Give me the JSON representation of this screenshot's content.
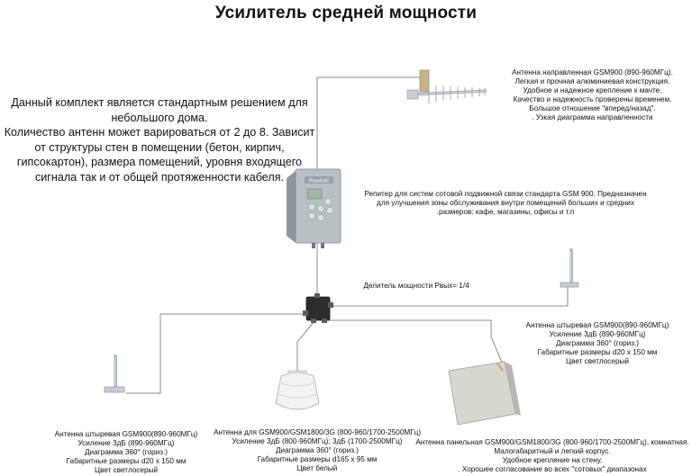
{
  "title": "Усилитель средней мощности",
  "intro": [
    "Данный комплект является стандартным  решением для",
    "небольшого дома.",
    "Количество антенн может варироваться от 2 до 8. Зависит",
    "от структуры стен в помещении (бетон, кирпич,",
    "гипсокартон), размера помещений, уровня входящего",
    "сигнала так и от общей протяженности кабеля."
  ],
  "directional_antenna": {
    "lines": [
      "Антенна направленная GSM900 (890-960МГц).",
      "Легкая и прочная алюминиевая конструкция.",
      "Удобное и надежное крепление к мачте.",
      "Качество и надежность проверены временем.",
      "Большое отношение \"вперед/назад\".",
      ".  Узкая диаграмма направленности"
    ]
  },
  "repeater": {
    "lines": [
      "Репитер для систем сотовой подвижной связи стандарта GSM 900. Предназначен",
      "для улучшения зоны обслуживания внутри помещений больших и средних",
      ".размеров: кафе, магазины, офисы и т.п"
    ]
  },
  "splitter": {
    "label": "Делитель мощности Pвых= 1/4"
  },
  "whip_antenna_right": {
    "lines": [
      "Антенна штыревая GSM900(890-960МГц)",
      "Усиление 3дБ (890-960МГц)",
      "Диаграмма 360° (гориз.)",
      "Габаритные размеры d20 x 150 мм",
      "Цвет светлосерый"
    ]
  },
  "whip_antenna_left": {
    "lines": [
      "Антенна штыревая GSM900(890-960МГц)",
      "Усиление 3дБ (890-960МГц)",
      "Диаграмма 360° (гориз.)",
      "Габаритные размеры d20 x 150 мм",
      "Цвет светлосерый"
    ]
  },
  "ceiling_antenna": {
    "lines": [
      "Антенна для GSM900/GSM1800/3G (800-960/1700-2500МГц)",
      "Усиление 3дБ (800-960МГц); 3дБ (1700-2500МГц)",
      "Диаграмма 360° (гориз.)",
      "Габаритные размеры d165 x 95 мм",
      "Цвет белый"
    ]
  },
  "panel_antenna": {
    "lines": [
      "Антенна панельная GSM900/GSM1800/3G (800-960/1700-2500МГц), комнатная.",
      "Малогабаритный и легкий корпус.",
      "Удобное крепление на стену.",
      ".  Хорошее согласование во всех \"сотовых\" диапазонах"
    ]
  },
  "device_brand": "PicoCell",
  "colors": {
    "cable": "#8a8a8a",
    "device_body": "#b9c0c4",
    "antenna_metal": "#aeb9c0",
    "panel": "#d6d8d0",
    "lcd": "#9fb8a6"
  }
}
